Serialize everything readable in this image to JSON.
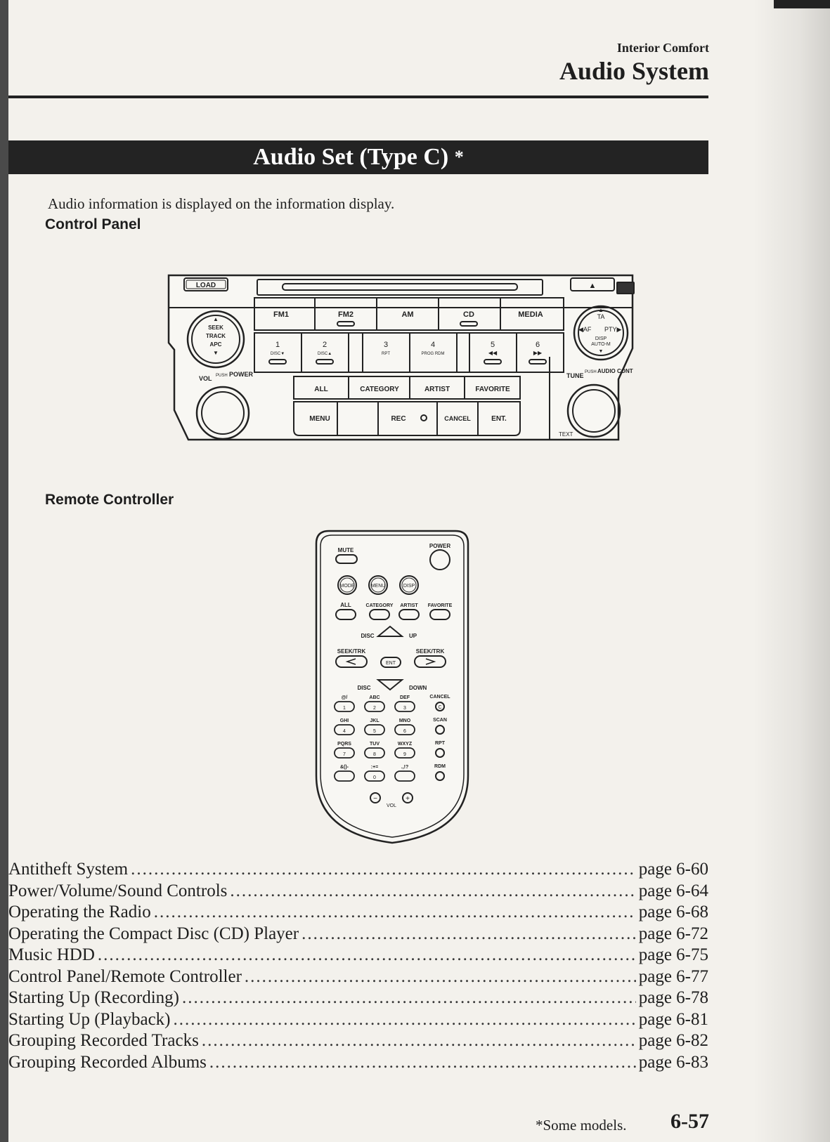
{
  "header": {
    "section": "Interior Comfort",
    "title": "Audio System"
  },
  "band_title": "Audio Set (Type C)",
  "band_asterisk": "*",
  "intro": "Audio information is displayed on the information display.",
  "control_panel": {
    "heading": "Control Panel",
    "load": "LOAD",
    "eject": "▲",
    "knob_left_labels": [
      "▲",
      "SEEK",
      "TRACK",
      "APC",
      "▼"
    ],
    "knob_right_labels": [
      "▲",
      "TA",
      "◀AF",
      "PTY▶",
      "DISP",
      "AUTO-M",
      "▼"
    ],
    "vol": "VOL",
    "push": "PUSH",
    "power": "POWER",
    "tune": "TUNE",
    "push2": "PUSH",
    "audio_cont": "AUDIO CONT",
    "text": "TEXT",
    "bands": [
      "FM1",
      "FM2",
      "AM",
      "CD",
      "MEDIA"
    ],
    "presets": [
      {
        "num": "1",
        "sub": "DISC▼"
      },
      {
        "num": "2",
        "sub": "DISC▲"
      },
      {
        "num": "3",
        "sub": "RPT"
      },
      {
        "num": "4",
        "sub": "PROG RDM"
      },
      {
        "num": "5",
        "sub": "◀◀"
      },
      {
        "num": "6",
        "sub": "▶▶"
      }
    ],
    "row3": [
      "ALL",
      "CATEGORY",
      "ARTIST",
      "FAVORITE"
    ],
    "row4": [
      "MENU",
      "",
      "REC",
      "CANCEL",
      "ENT."
    ]
  },
  "remote": {
    "heading": "Remote Controller",
    "mute": "MUTE",
    "power": "POWER",
    "round_buttons": [
      "MODE",
      "MENU",
      "DISP"
    ],
    "category_labels": [
      "ALL",
      "CATEGORY",
      "ARTIST",
      "FAVORITE"
    ],
    "disc": "DISC",
    "up": "UP",
    "down": "DOWN",
    "seek_trk": "SEEK/TRK",
    "ent": "ENT",
    "keypad": [
      [
        "@/",
        "1"
      ],
      [
        "ABC",
        "2"
      ],
      [
        "DEF",
        "3"
      ],
      [
        "GHI",
        "4"
      ],
      [
        "JKL",
        "5"
      ],
      [
        "MNO",
        "6"
      ],
      [
        "PQRS",
        "7"
      ],
      [
        "TUV",
        "8"
      ],
      [
        "WXYZ",
        "9"
      ],
      [
        "&()-",
        ""
      ],
      [
        ":+=",
        "0"
      ],
      [
        ".,!?",
        ""
      ]
    ],
    "side_labels": [
      "CANCEL",
      "SCAN",
      "RPT",
      "RDM"
    ],
    "cancel_symbol": "C",
    "vol": "VOL",
    "minus": "−",
    "plus": "+"
  },
  "toc": [
    {
      "label": "Antitheft System",
      "page": "page 6-60"
    },
    {
      "label": "Power/Volume/Sound Controls",
      "page": "page 6-64"
    },
    {
      "label": "Operating the Radio",
      "page": "page 6-68"
    },
    {
      "label": "Operating the Compact Disc (CD) Player",
      "page": "page 6-72"
    },
    {
      "label": "Music HDD",
      "page": "page 6-75"
    },
    {
      "label": "Control Panel/Remote Controller",
      "page": "page 6-77"
    },
    {
      "label": "Starting Up (Recording)",
      "page": "page 6-78"
    },
    {
      "label": "Starting Up (Playback)",
      "page": "page 6-81"
    },
    {
      "label": "Grouping Recorded Tracks",
      "page": "page 6-82"
    },
    {
      "label": "Grouping Recorded Albums",
      "page": "page 6-83"
    }
  ],
  "footer": {
    "footnote_mark": "*",
    "footnote": "Some models.",
    "page_number": "6-57"
  }
}
